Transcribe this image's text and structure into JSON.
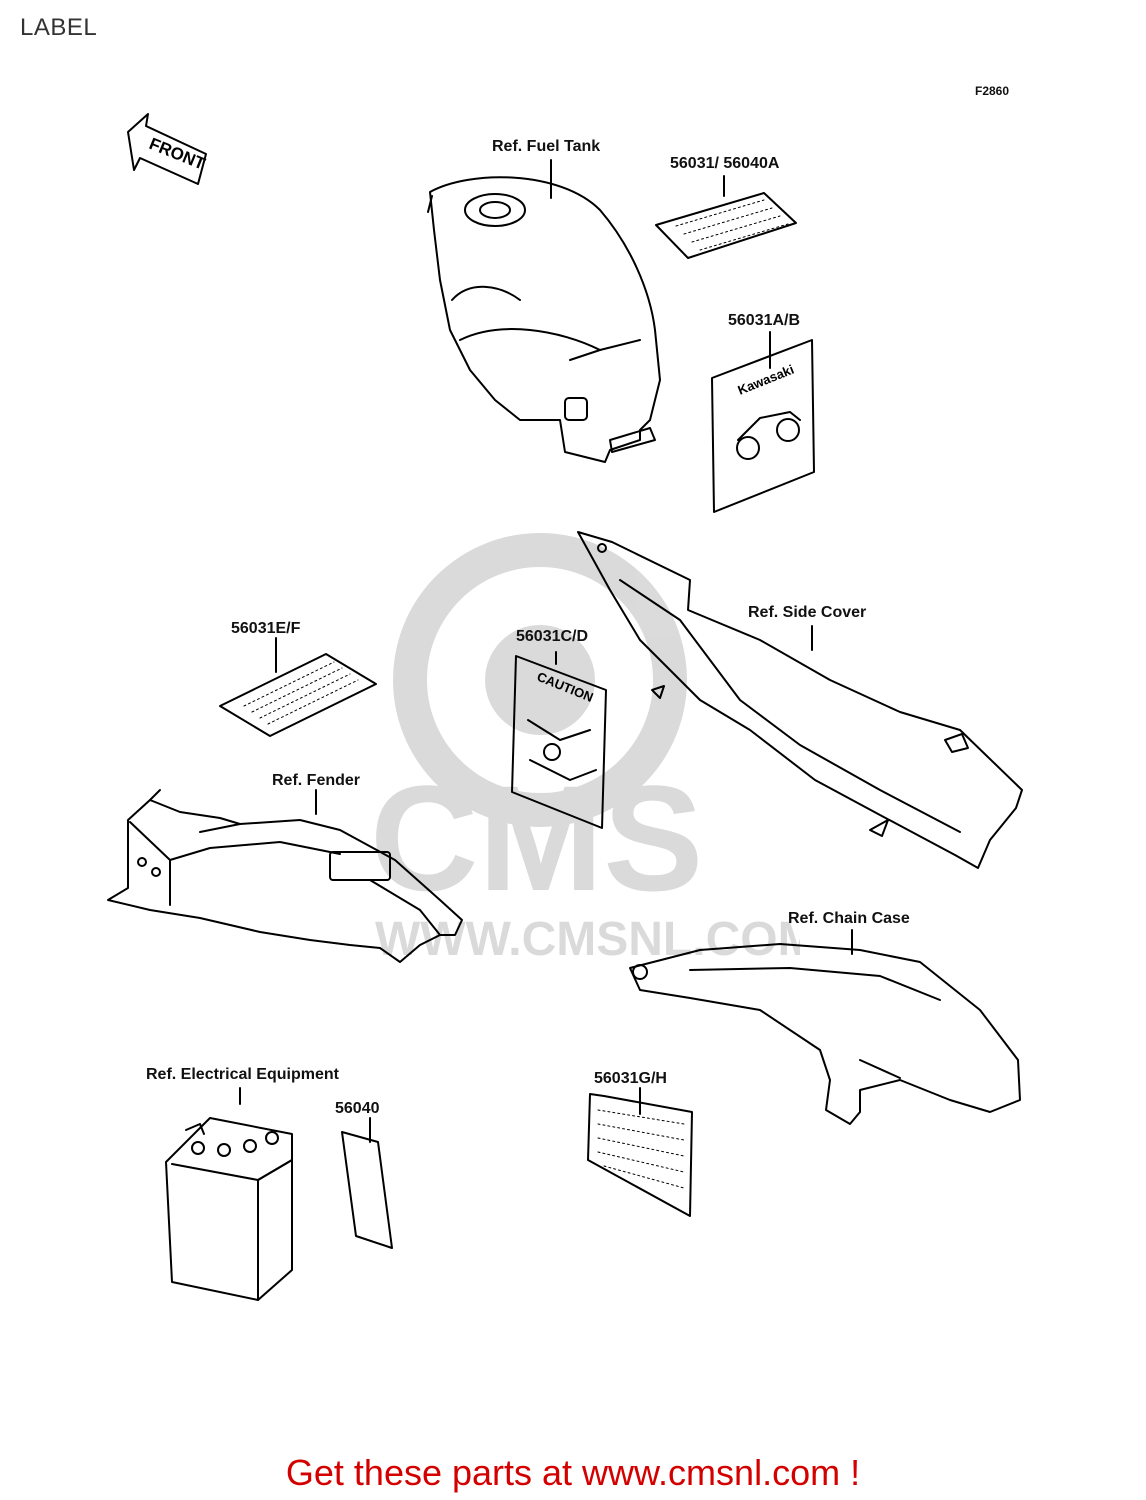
{
  "page": {
    "title": "LABEL",
    "diagram_code": "F2860",
    "footer_text": "Get these parts at www.cmsnl.com !",
    "footer_color": "#d40000"
  },
  "watermark": {
    "brand": "CMS",
    "url": "WWW.CMSNL.COM"
  },
  "front_arrow": {
    "label": "FRONT"
  },
  "parts": {
    "ref_fuel_tank": "Ref. Fuel Tank",
    "label_56031_56040a": "56031/ 56040A",
    "label_56031ab": "56031A/B",
    "decal_ab_text": "Kawasaki",
    "ref_side_cover": "Ref. Side Cover",
    "label_56031ef": "56031E/F",
    "label_56031cd": "56031C/D",
    "decal_cd_text": "CAUTION",
    "ref_fender": "Ref. Fender",
    "ref_chain_case": "Ref. Chain Case",
    "ref_electrical": "Ref. Electrical Equipment",
    "label_56040": "56040",
    "label_56031gh": "56031G/H"
  }
}
